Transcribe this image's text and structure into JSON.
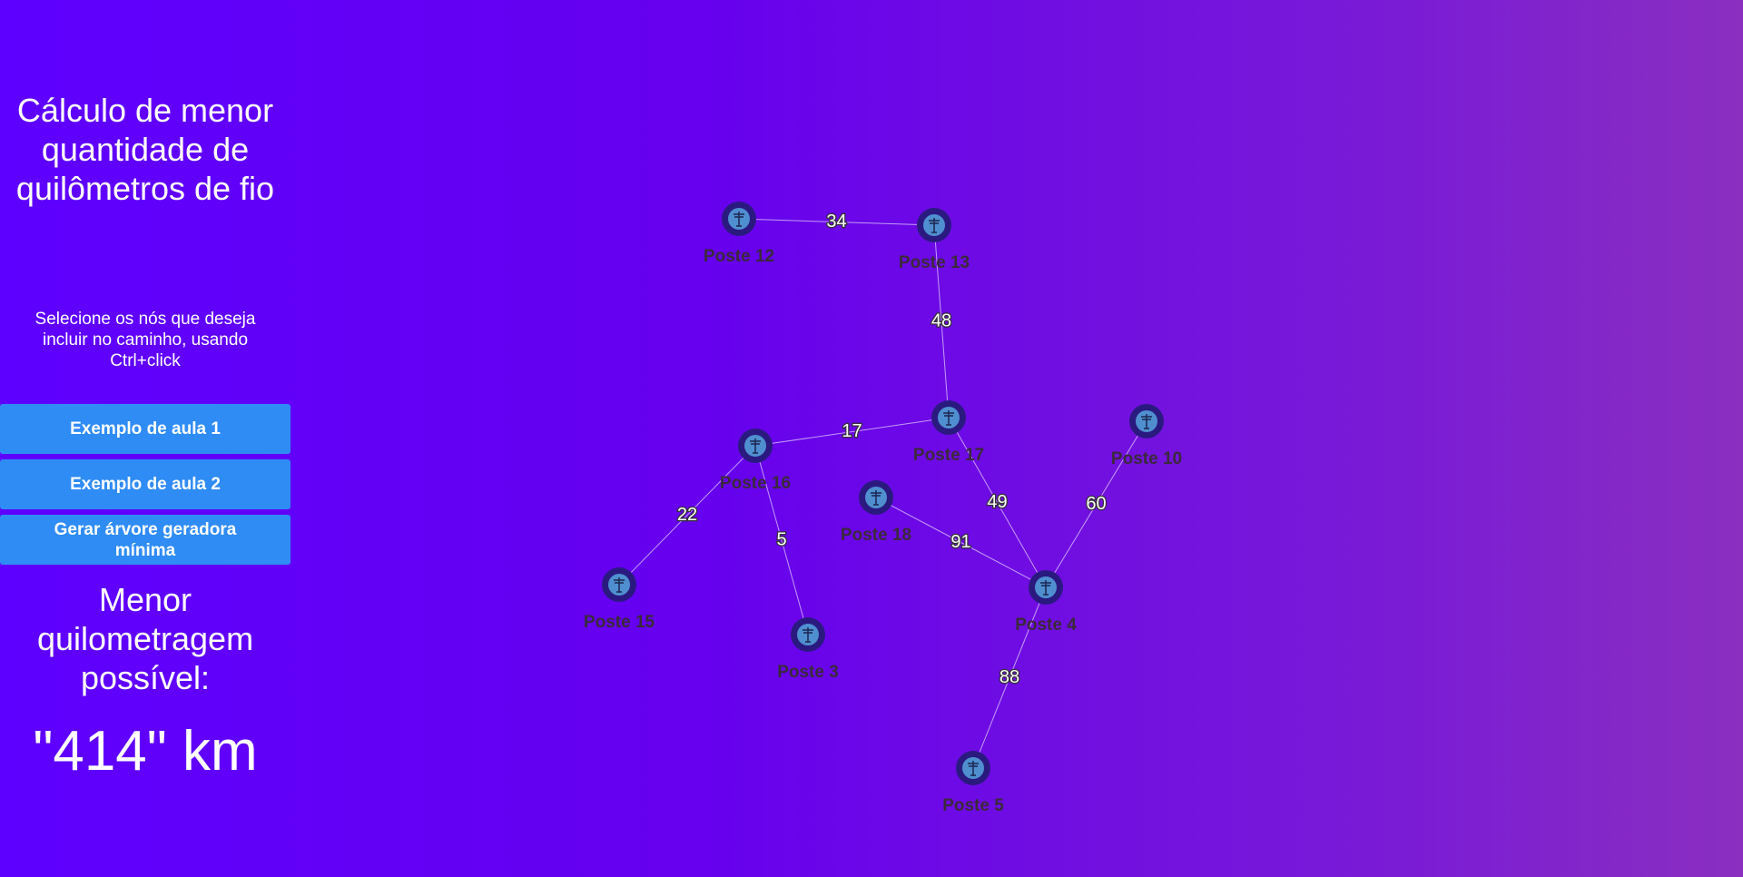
{
  "sidebar": {
    "title": "Cálculo de menor quantidade de quilômetros de fio",
    "instructions": "Selecione os nós que deseja incluir no caminho, usando Ctrl+click",
    "buttons": {
      "example1": "Exemplo de aula 1",
      "example2": "Exemplo de aula 2",
      "mst": "Gerar árvore geradora mínima"
    },
    "result_label": "Menor quilometragem possível:",
    "result_value": "\"414\" km"
  },
  "graph": {
    "node_icon": "utility-pole-icon",
    "colors": {
      "node_outer": "#2a1a80",
      "node_inner": "#4f8fd0",
      "label": "#3a2a3a"
    },
    "nodes": [
      {
        "id": "p12",
        "label": "Poste 12"
      },
      {
        "id": "p13",
        "label": "Poste 13"
      },
      {
        "id": "p17",
        "label": "Poste 17"
      },
      {
        "id": "p16",
        "label": "Poste 16"
      },
      {
        "id": "p10",
        "label": "Poste 10"
      },
      {
        "id": "p18",
        "label": "Poste 18"
      },
      {
        "id": "p15",
        "label": "Poste 15"
      },
      {
        "id": "p3",
        "label": "Poste 3"
      },
      {
        "id": "p4",
        "label": "Poste 4"
      },
      {
        "id": "p5",
        "label": "Poste 5"
      }
    ],
    "edges": [
      {
        "from": "p12",
        "to": "p13",
        "weight": "34"
      },
      {
        "from": "p13",
        "to": "p17",
        "weight": "48"
      },
      {
        "from": "p16",
        "to": "p17",
        "weight": "17"
      },
      {
        "from": "p16",
        "to": "p15",
        "weight": "22"
      },
      {
        "from": "p16",
        "to": "p3",
        "weight": "5"
      },
      {
        "from": "p17",
        "to": "p4",
        "weight": "49"
      },
      {
        "from": "p18",
        "to": "p4",
        "weight": "91"
      },
      {
        "from": "p10",
        "to": "p4",
        "weight": "60"
      },
      {
        "from": "p4",
        "to": "p5",
        "weight": "88"
      }
    ]
  }
}
